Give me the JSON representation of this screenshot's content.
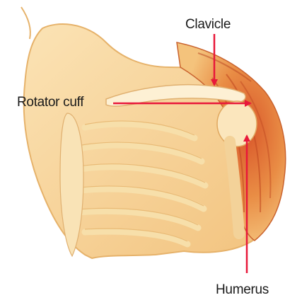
{
  "labels": {
    "clavicle": "Clavicle",
    "rotator_cuff": "Rotator cuff",
    "humerus": "Humerus"
  },
  "colors": {
    "arrow": "#e8183a",
    "skin": "#f6d49a",
    "bone": "#fbe9c3",
    "muscle": "#e07a3a",
    "muscle_dark": "#c24a22"
  }
}
